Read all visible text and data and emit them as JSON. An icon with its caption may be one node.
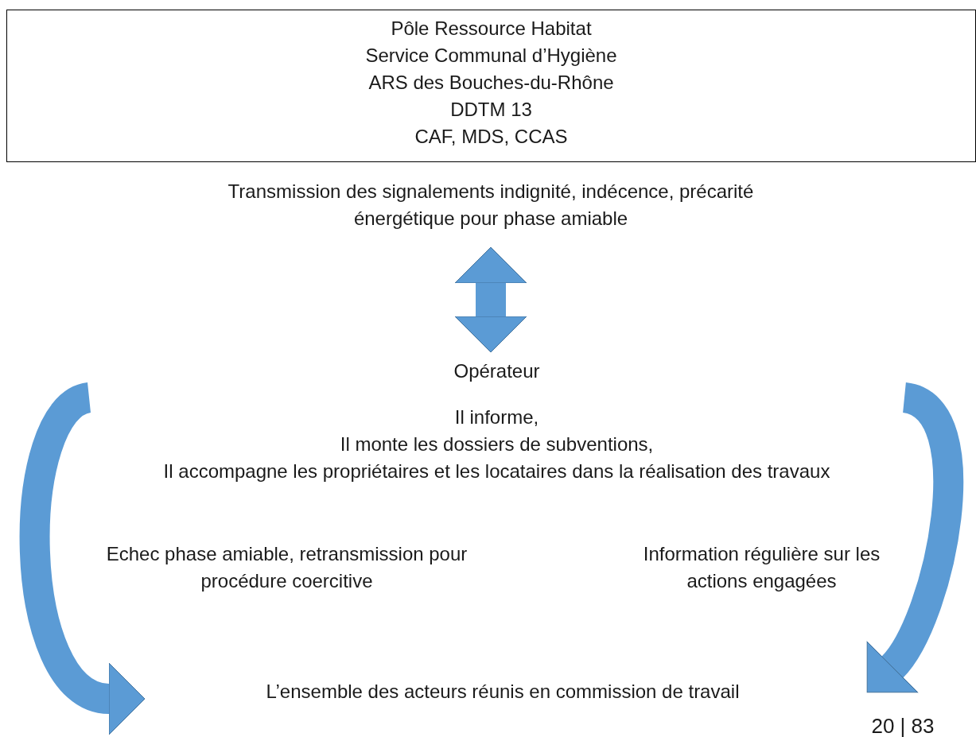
{
  "diagram": {
    "nodes": [
      {
        "text": [
          "Pôle Ressource Habitat",
          "Service Communal d’Hygiène",
          "ARS des Bouches-du-Rhône",
          "DDTM 13",
          "CAF, MDS, CCAS"
        ]
      },
      {
        "text": [
          "Transmission des signalements indignité, indécence, précarité énergétique pour phase amiable"
        ]
      },
      {
        "text": [
          "Opérateur",
          "Il informe,",
          "Il monte les dossiers de subventions,",
          "Il accompagne les propriétaires et les locataires dans la réalisation des travaux"
        ]
      },
      {
        "text": [
          "L’ensemble des acteurs réunis en commission de travail"
        ]
      }
    ],
    "edges": [
      {
        "from": 1,
        "to": 2,
        "arrow": "both"
      },
      {
        "from": 2,
        "to": 3,
        "arrow": "to",
        "label": "Echec phase amiable,  retransmission pour procédure coercitive"
      },
      {
        "from": 2,
        "to": 3,
        "arrow": "to",
        "label": "Information régulière sur les actions engagées"
      }
    ],
    "labels": [
      "20 | 83"
    ]
  }
}
